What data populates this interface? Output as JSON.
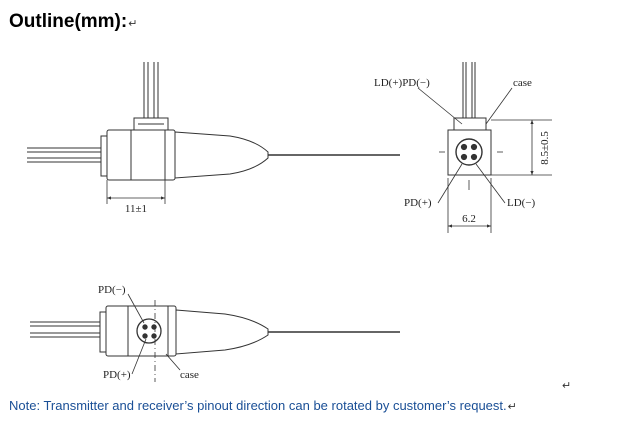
{
  "heading": {
    "text": "Outline(mm):",
    "mark": "↵"
  },
  "stray_mark": "↵",
  "labels": {
    "ld_pd": "LD(+)PD(−)",
    "case_right": "case",
    "pd_plus_right": "PD(+)",
    "ld_minus": "LD(−)",
    "pd_minus_bottom": "PD(−)",
    "pd_plus_bottom": "PD(+)",
    "case_bottom": "case"
  },
  "dimensions": {
    "length": "11±1",
    "width": "6.2",
    "height": "8.5±0.5"
  },
  "note": {
    "text": "Note: Transmitter and receiver’s pinout direction can be rotated by customer’s request.",
    "mark": "↵"
  },
  "colors": {
    "note_text": "#1a4f96",
    "line": "#333333"
  }
}
